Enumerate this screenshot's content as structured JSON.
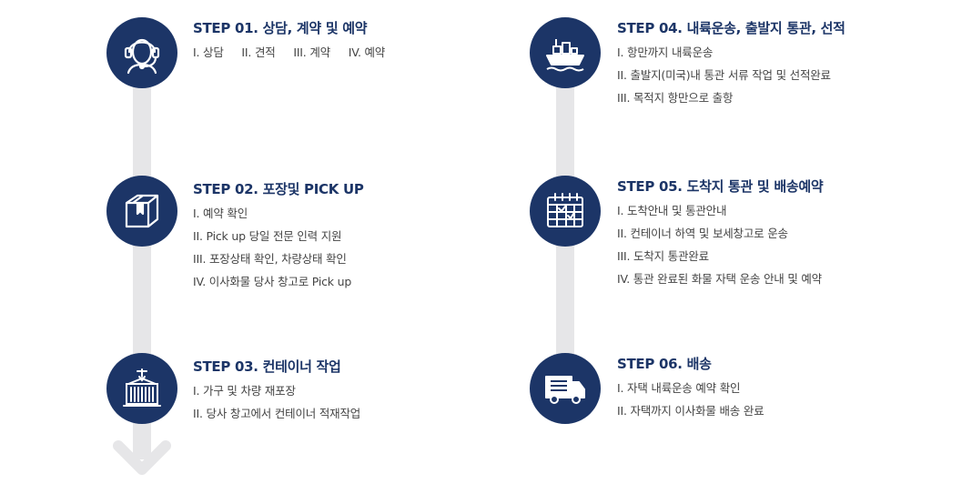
{
  "colors": {
    "accent": "#1c3567",
    "track": "#e6e6e8"
  },
  "steps": [
    {
      "title": "STEP 01. 상담, 계약 및 예약",
      "icon": "headset-icon",
      "items": [
        "I.  상담",
        "II.  견적",
        "III.  계약",
        "IV.  예약"
      ]
    },
    {
      "title": "STEP 02. 포장및 PICK UP",
      "icon": "box-icon",
      "items": [
        "I.  예약 확인",
        "II.  Pick up 당일 전문 인력 지원",
        "III.  포장상태 확인, 차량상태 확인",
        "IV.  이사화물 당사 창고로 Pick up"
      ]
    },
    {
      "title": "STEP 03. 컨테이너 작업",
      "icon": "container-icon",
      "items": [
        "I.  가구 및 차량 재포장",
        "II.  당사 창고에서 컨테이너 적재작업"
      ]
    },
    {
      "title": "STEP 04. 내륙운송, 출발지 통관, 선적",
      "icon": "ship-icon",
      "items": [
        "I.  항만까지 내륙운송",
        "II.  출발지(미국)내 통관 서류 작업 및 선적완료",
        "III.  목적지 항만으로 출항"
      ]
    },
    {
      "title": "STEP 05. 도착지 통관 및 배송예약",
      "icon": "calendar-icon",
      "items": [
        "I.  도착안내 및 통관안내",
        "II.  컨테이너 하역 및 보세창고로 운송",
        "III.  도착지 통관완료",
        "IV.  통관 완료된 화물 자택 운송 안내 및 예약"
      ]
    },
    {
      "title": "STEP 06. 배송",
      "icon": "truck-icon",
      "items": [
        "I.  자택 내륙운송 예약 확인",
        "II.  자택까지 이사화물 배송 완료"
      ]
    }
  ]
}
